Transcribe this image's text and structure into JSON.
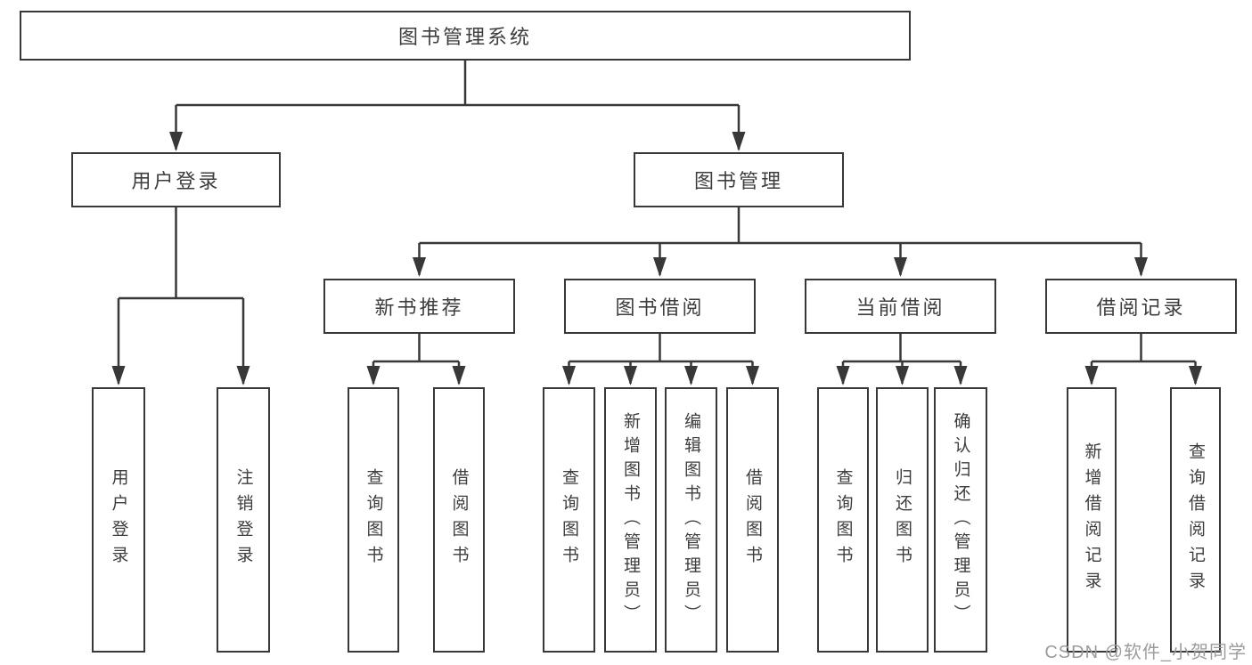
{
  "diagram_title": "图书管理系统",
  "tree": {
    "root": {
      "label": "图书管理系统"
    },
    "branches": [
      {
        "label": "用户登录",
        "children": [
          {
            "label": "用户登录"
          },
          {
            "label": "注销登录"
          }
        ]
      },
      {
        "label": "图书管理",
        "children": [
          {
            "label": "新书推荐",
            "children": [
              {
                "label": "查询图书"
              },
              {
                "label": "借阅图书"
              }
            ]
          },
          {
            "label": "图书借阅",
            "children": [
              {
                "label": "查询图书"
              },
              {
                "label": "新增图书（管理员）"
              },
              {
                "label": "编辑图书（管理员）"
              },
              {
                "label": "借阅图书"
              }
            ]
          },
          {
            "label": "当前借阅",
            "children": [
              {
                "label": "查询图书"
              },
              {
                "label": "归还图书"
              },
              {
                "label": "确认归还（管理员）"
              }
            ]
          },
          {
            "label": "借阅记录",
            "children": [
              {
                "label": "新增借阅记录"
              },
              {
                "label": "查询借阅记录"
              }
            ]
          }
        ]
      }
    ]
  },
  "watermark": {
    "text": "CSDN @软件_小贺同学"
  },
  "colors": {
    "line": "#383838",
    "text": "#3d3d3d",
    "background": "#ffffff",
    "watermark": "#9c9c9c"
  }
}
